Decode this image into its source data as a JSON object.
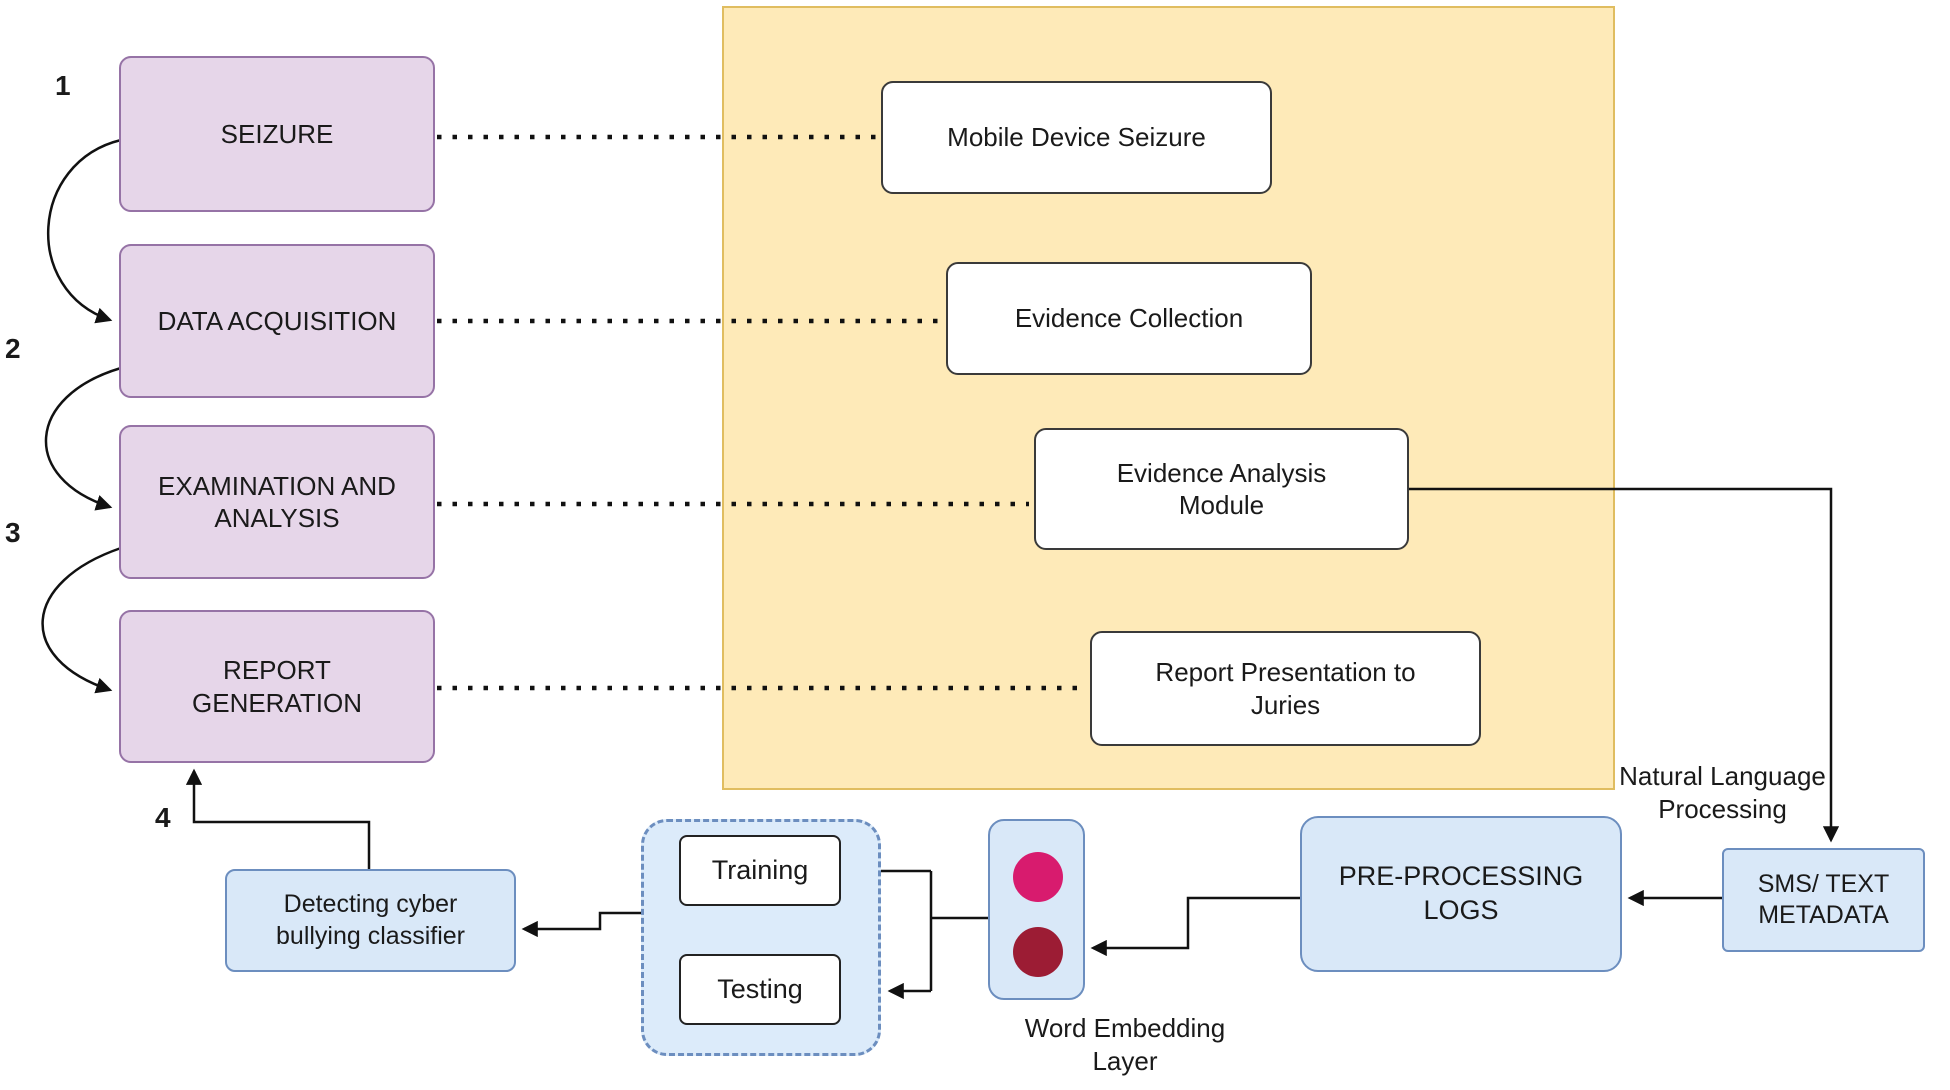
{
  "diagram": {
    "stage_numbers": [
      "1",
      "2",
      "3",
      "4"
    ],
    "stages": [
      {
        "label": "SEIZURE"
      },
      {
        "label": "DATA ACQUISITION"
      },
      {
        "label": "EXAMINATION AND\nANALYSIS"
      },
      {
        "label": "REPORT\nGENERATION"
      }
    ],
    "process_boxes": [
      {
        "label": "Mobile Device Seizure"
      },
      {
        "label": "Evidence Collection"
      },
      {
        "label": "Evidence Analysis\nModule"
      },
      {
        "label": "Report Presentation to\nJuries"
      }
    ],
    "nlp_label": "Natural Language\nProcessing",
    "sms_metadata_label": "SMS/ TEXT\nMETADATA",
    "preprocessing_label": "PRE-PROCESSING\nLOGS",
    "word_embedding_label": "Word Embedding\nLayer",
    "training_label": "Training",
    "testing_label": "Testing",
    "classifier_label": "Detecting cyber\nbullying classifier",
    "colors": {
      "stage_fill": "#e6d6e9",
      "stage_border": "#9673a6",
      "panel_fill": "#feeab8",
      "panel_border": "#e0bd60",
      "process_fill": "#ffffff",
      "process_border": "#3a3a3a",
      "blue_fill": "#d9e8f8",
      "blue_border": "#6c8ebf",
      "embedding_dot_top": "#d81b6e",
      "embedding_dot_bottom": "#9c1c34",
      "line": "#111111"
    }
  }
}
